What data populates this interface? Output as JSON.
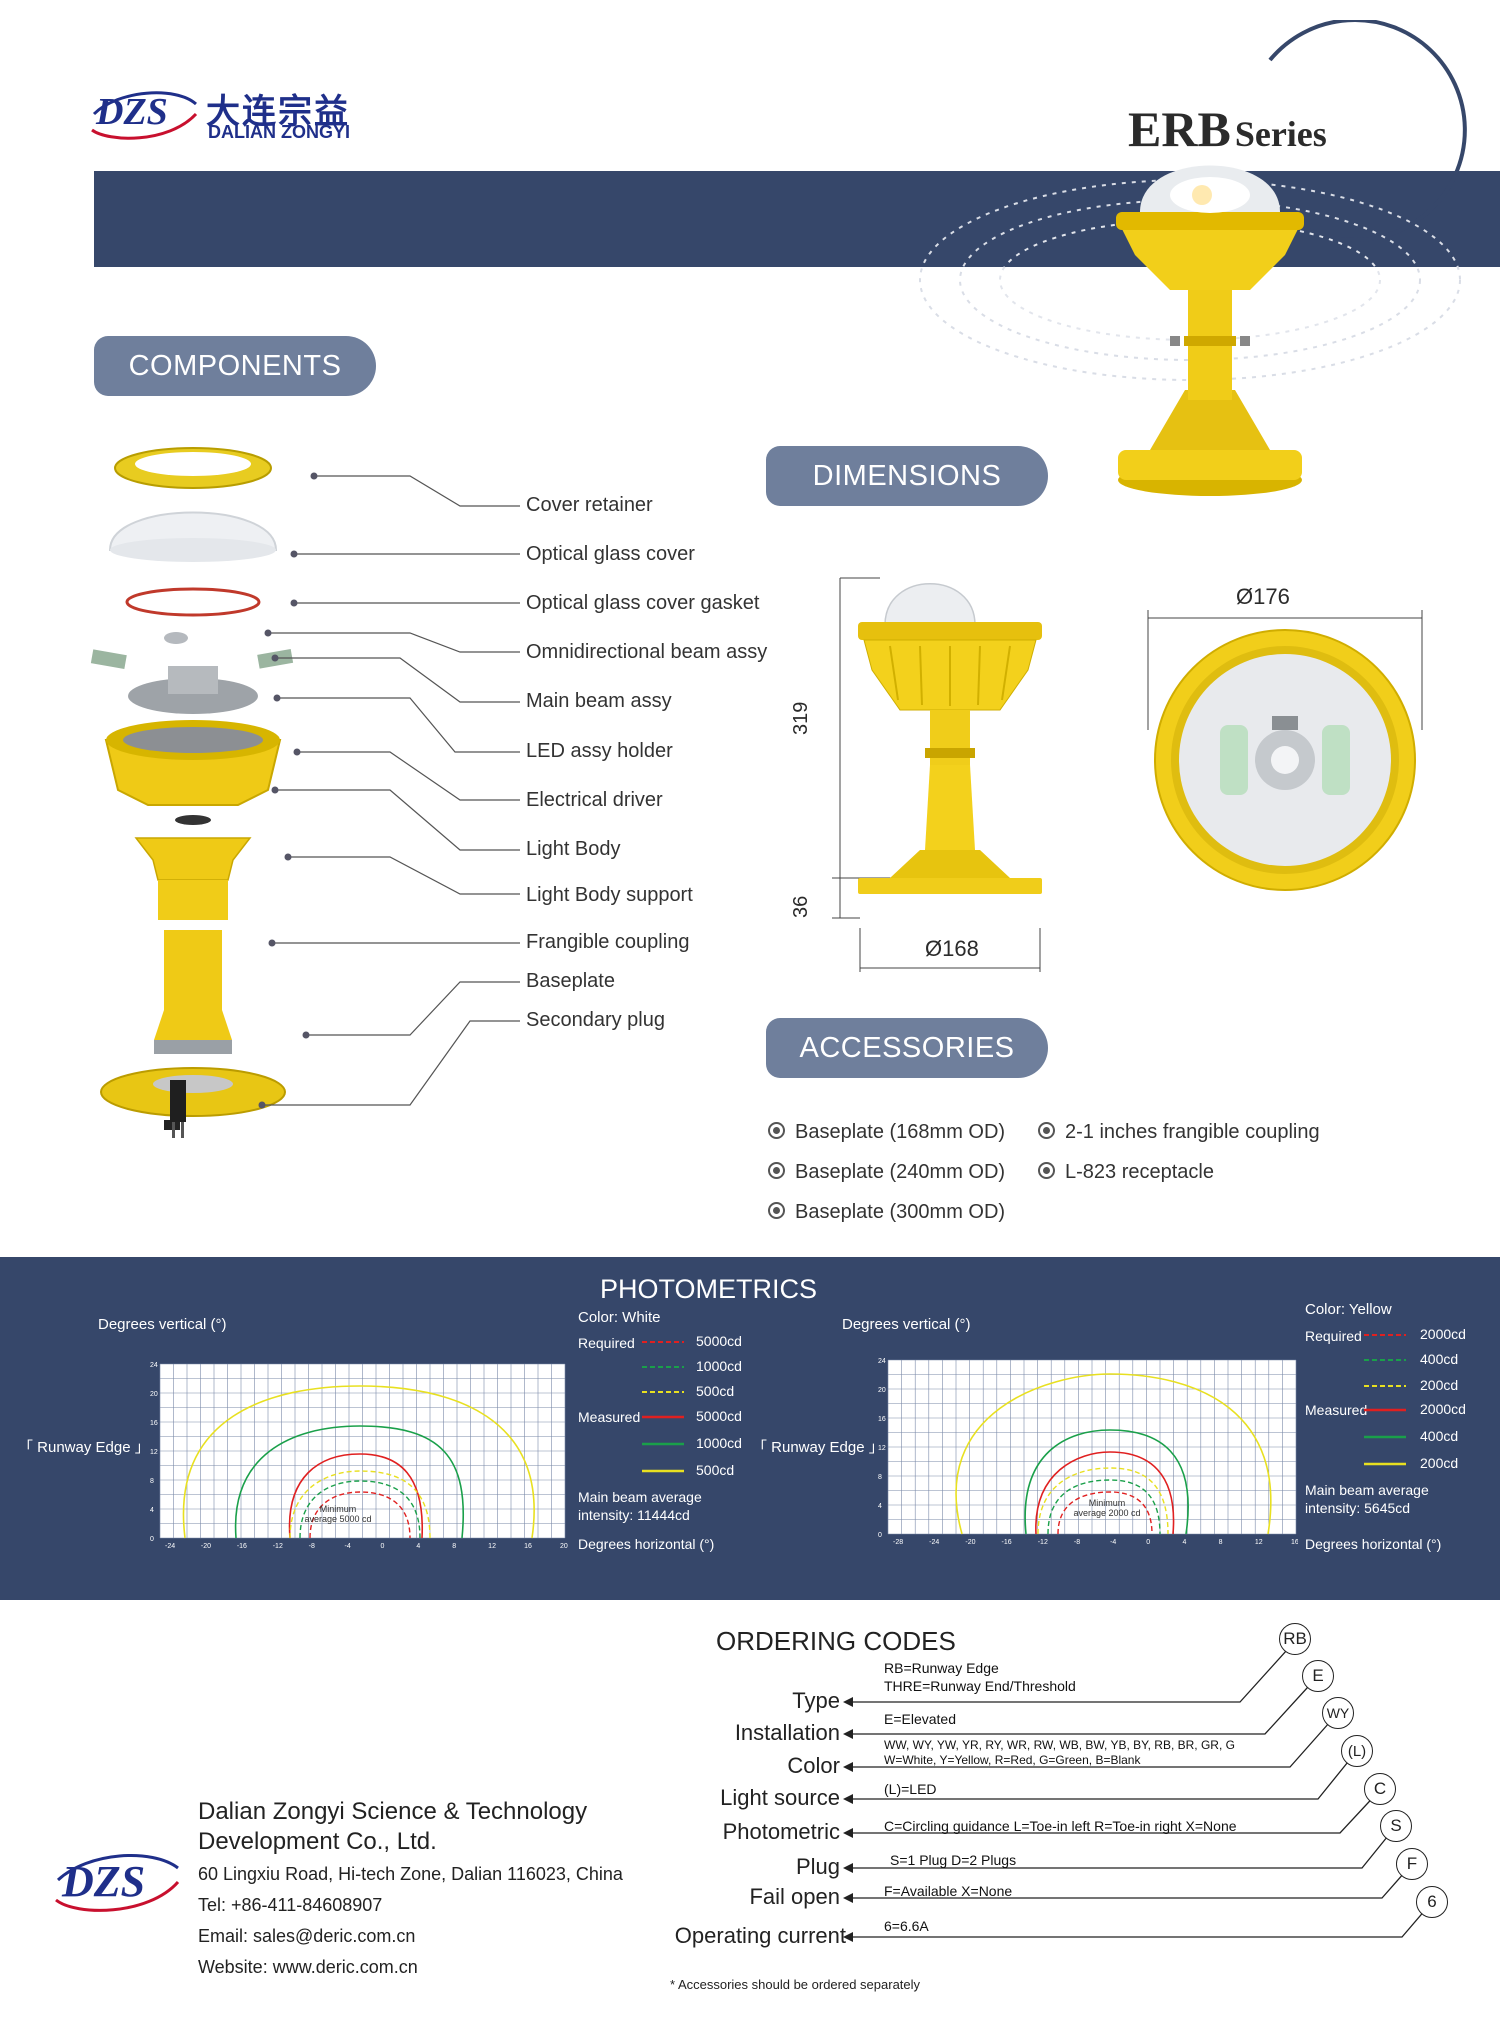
{
  "brand": {
    "logo_mark": "DZS",
    "chinese_name": "大连宗益",
    "english_name": "DALIAN ZONGYI",
    "brand_blue": "#1f2f8a"
  },
  "series": {
    "name": "ERB",
    "suffix": "Series"
  },
  "sections": {
    "components": "COMPONENTS",
    "dimensions": "DIMENSIONS",
    "accessories": "ACCESSORIES",
    "photometrics": "PHOTOMETRICS",
    "ordering_codes": "ORDERING CODES"
  },
  "components": [
    "Cover retainer",
    "Optical glass cover",
    "Optical glass cover gasket",
    "Omnidirectional beam assy",
    "Main beam assy",
    "LED assy holder",
    "Electrical driver",
    "Light Body",
    "Light Body support",
    "Frangible coupling",
    "Baseplate",
    "Secondary plug"
  ],
  "dimensions": {
    "height_total": "319",
    "height_base": "36",
    "base_diameter": "Ø168",
    "top_diameter": "Ø176"
  },
  "accessories": [
    "Baseplate (168mm OD)",
    "2-1 inches frangible coupling",
    "Baseplate (240mm OD)",
    "L-823 receptacle",
    "Baseplate (300mm OD)"
  ],
  "photometrics": {
    "white": {
      "y_axis_label": "Degrees vertical (°)",
      "x_axis_label": "Degrees horizontal (°)",
      "side_label": "「 Runway Edge 」",
      "color_label": "Color: White",
      "required_label": "Required",
      "measured_label": "Measured",
      "required": [
        "5000cd",
        "1000cd",
        "500cd"
      ],
      "measured": [
        "5000cd",
        "1000cd",
        "500cd"
      ],
      "main_beam": "Main beam average intensity: 11444cd",
      "inner_note": "Minimum average 5000 cd",
      "x_ticks": [
        "-24",
        "-20",
        "-16",
        "-12",
        "-8",
        "-4",
        "0",
        "4",
        "8",
        "12",
        "16",
        "20"
      ],
      "y_ticks": [
        "0",
        "4",
        "8",
        "12",
        "16",
        "20",
        "24"
      ]
    },
    "yellow": {
      "y_axis_label": "Degrees vertical (°)",
      "x_axis_label": "Degrees horizontal (°)",
      "side_label": "「 Runway Edge 」",
      "color_label": "Color: Yellow",
      "required_label": "Required",
      "measured_label": "Measured",
      "required": [
        "2000cd",
        "400cd",
        "200cd"
      ],
      "measured": [
        "2000cd",
        "400cd",
        "200cd"
      ],
      "main_beam": "Main beam average intensity: 5645cd",
      "inner_note": "Minimum average 2000 cd",
      "x_ticks": [
        "-28",
        "-24",
        "-20",
        "-16",
        "-12",
        "-8",
        "-4",
        "0",
        "4",
        "8",
        "12",
        "16"
      ],
      "y_ticks": [
        "0",
        "4",
        "8",
        "12",
        "16",
        "20",
        "24"
      ]
    },
    "line_colors": {
      "high": "#e02020",
      "mid": "#1aa04a",
      "low": "#e8e020"
    }
  },
  "ordering": {
    "labels": [
      "Type",
      "Installation",
      "Color",
      "Light source",
      "Photometric",
      "Plug",
      "Fail open",
      "Operating current"
    ],
    "codes": [
      "RB",
      "E",
      "WY",
      "(L)",
      "C",
      "S",
      "F",
      "6"
    ],
    "texts": {
      "type_1": "RB=Runway Edge",
      "type_2": "THRE=Runway End/Threshold",
      "installation": "E=Elevated",
      "color_1": "WW, WY, YW, YR, RY, WR, RW, WB, BW, YB, BY, RB, BR, GR, G",
      "color_2": "W=White, Y=Yellow, R=Red, G=Green, B=Blank",
      "light_source": "(L)=LED",
      "photometric": "C=Circling guidance  L=Toe-in left  R=Toe-in right  X=None",
      "plug": "S=1 Plug    D=2 Plugs",
      "fail_open": "F=Available            X=None",
      "current": "6=6.6A"
    },
    "footnote": "* Accessories should be ordered separately"
  },
  "company": {
    "name_line1": "Dalian Zongyi Science & Technology",
    "name_line2": "Development Co., Ltd.",
    "address": "60 Lingxiu Road, Hi-tech Zone, Dalian 116023, China",
    "tel": "Tel: +86-411-84608907",
    "email": "Email: sales@deric.com.cn",
    "website": "Website: www.deric.com.cn"
  }
}
